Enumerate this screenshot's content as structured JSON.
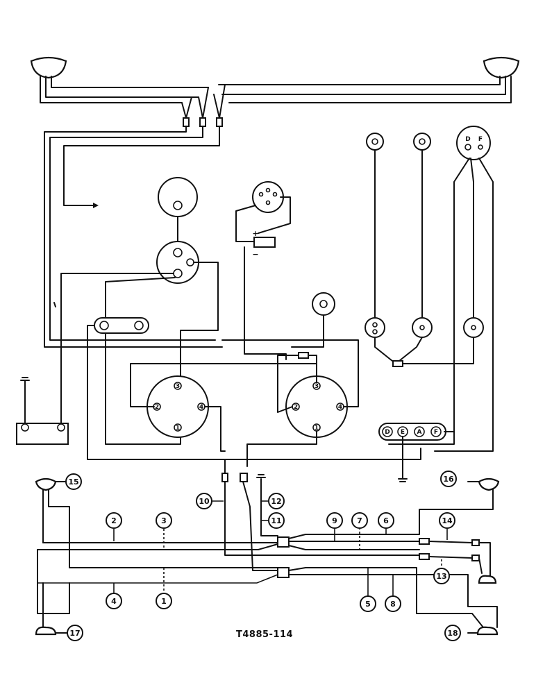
{
  "drawing": {
    "reference": "T4885-114"
  },
  "callouts": [
    "1",
    "2",
    "3",
    "4",
    "5",
    "6",
    "7",
    "8",
    "9",
    "10",
    "11",
    "12",
    "13",
    "14",
    "15",
    "16",
    "17",
    "18"
  ],
  "terminal_labels": {
    "regulator_left": [
      "3",
      "2",
      "4",
      "1"
    ],
    "regulator_right": [
      "3",
      "2",
      "4",
      "1"
    ],
    "terminal_block": [
      "D",
      "E",
      "A",
      "F"
    ],
    "gauge_top_right": [
      "D",
      "F"
    ],
    "polarity": [
      "+",
      "−"
    ]
  }
}
